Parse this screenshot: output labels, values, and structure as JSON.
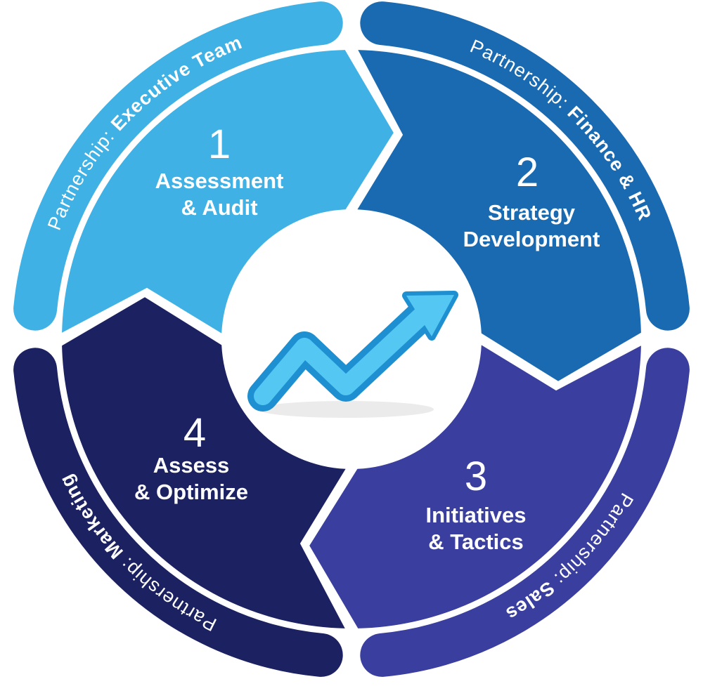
{
  "diagram": {
    "type": "cycle",
    "background_color": "#ffffff",
    "text_color": "#ffffff",
    "ring_label_prefix": "Partnership:",
    "center_icon": {
      "name": "growth-arrow-icon",
      "main_color": "#55c7f3",
      "outline_color": "#1e8fd0",
      "shadow_color": "#ebebeb"
    },
    "segments": [
      {
        "number": "1",
        "title_lines": [
          "Assessment",
          "& Audit"
        ],
        "partner": "Executive Team",
        "color": "#3fb1e5",
        "position": "top-left"
      },
      {
        "number": "2",
        "title_lines": [
          "Strategy",
          "Development"
        ],
        "partner": "Finance & HR",
        "color": "#1a6ab2",
        "position": "top-right"
      },
      {
        "number": "3",
        "title_lines": [
          "Initiatives",
          "& Tactics"
        ],
        "partner": "Sales",
        "color": "#3a3e9e",
        "position": "bottom-right"
      },
      {
        "number": "4",
        "title_lines": [
          "Assess",
          "& Optimize"
        ],
        "partner": "Marketing",
        "color": "#1b2161",
        "position": "bottom-left"
      }
    ]
  }
}
